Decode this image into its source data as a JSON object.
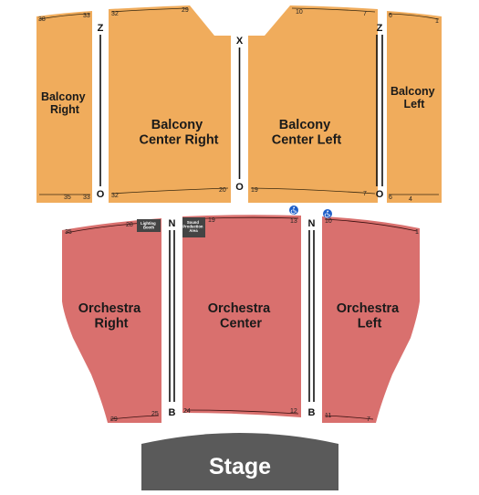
{
  "colors": {
    "balcony": "#F0AC5C",
    "orchestra": "#D9706E",
    "stage": "#5A5A5A",
    "booth": "#444444",
    "accessible": "#1F5FC8"
  },
  "sections": {
    "balcony_right": "Balcony\nRight",
    "balcony_center_right": "Balcony\nCenter Right",
    "balcony_center_left": "Balcony\nCenter Left",
    "balcony_left": "Balcony\nLeft",
    "orchestra_right": "Orchestra\nRight",
    "orchestra_center": "Orchestra\nCenter",
    "orchestra_left": "Orchestra\nLeft"
  },
  "stage": "Stage",
  "rows": {
    "z_left": "Z",
    "z_right": "Z",
    "x_center": "X",
    "o_left": "O",
    "o_center": "O",
    "o_right": "O",
    "n_left": "N",
    "n_right": "N",
    "b_left": "B",
    "b_right": "B"
  },
  "seats": {
    "br_top_left": "38",
    "br_top_right": "33",
    "br_bot_left": "35",
    "br_bot_right": "33",
    "bcr_top_left": "32",
    "bcr_top_right": "29",
    "bcr_bot_left": "32",
    "bcr_bot_right": "20",
    "bcl_top_left": "10",
    "bcl_top_right": "7",
    "bcl_bot_left": "19",
    "bcl_bot_right": "7",
    "bl_top_left": "6",
    "bl_top_right": "1",
    "bl_bot_left": "6",
    "bl_bot_right": "4",
    "or_top_left": "35",
    "or_top_right": "28",
    "or_bot_left": "29",
    "or_bot_right": "25",
    "oc_top_left": "19",
    "oc_top_right": "13",
    "oc_bot_left": "24",
    "oc_bot_right": "12",
    "ol_top_left": "10",
    "ol_top_right": "1",
    "ol_bot_left": "11",
    "ol_bot_right": "7"
  },
  "booths": {
    "lighting": "Lighting\nBooth",
    "sound": "Sound\nProduction\nArea"
  },
  "icons": {
    "accessible_center": "wheelchair-icon",
    "accessible_left": "wheelchair-icon"
  }
}
